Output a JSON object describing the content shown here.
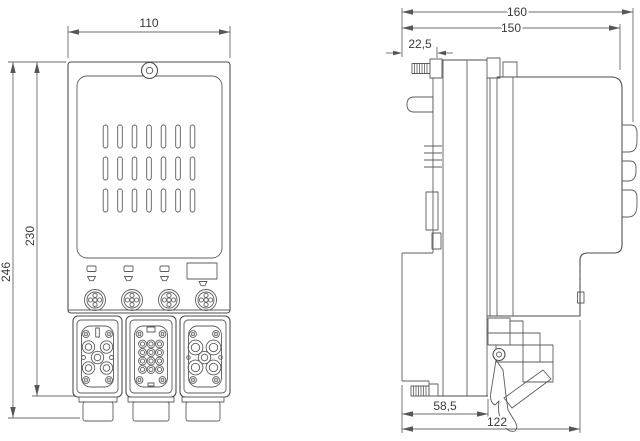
{
  "drawing": {
    "type": "technical-dimension-drawing",
    "line_color": "#4e4e4e",
    "dim_color": "#6b6b6b",
    "front_view": {
      "dims": {
        "width": "110",
        "overall_height": "246",
        "body_height": "230"
      }
    },
    "side_view": {
      "dims": {
        "overall_depth": "160",
        "body_depth": "150",
        "top_offset": "22,5",
        "plate_depth": "58,5",
        "lower_depth": "122"
      }
    }
  }
}
